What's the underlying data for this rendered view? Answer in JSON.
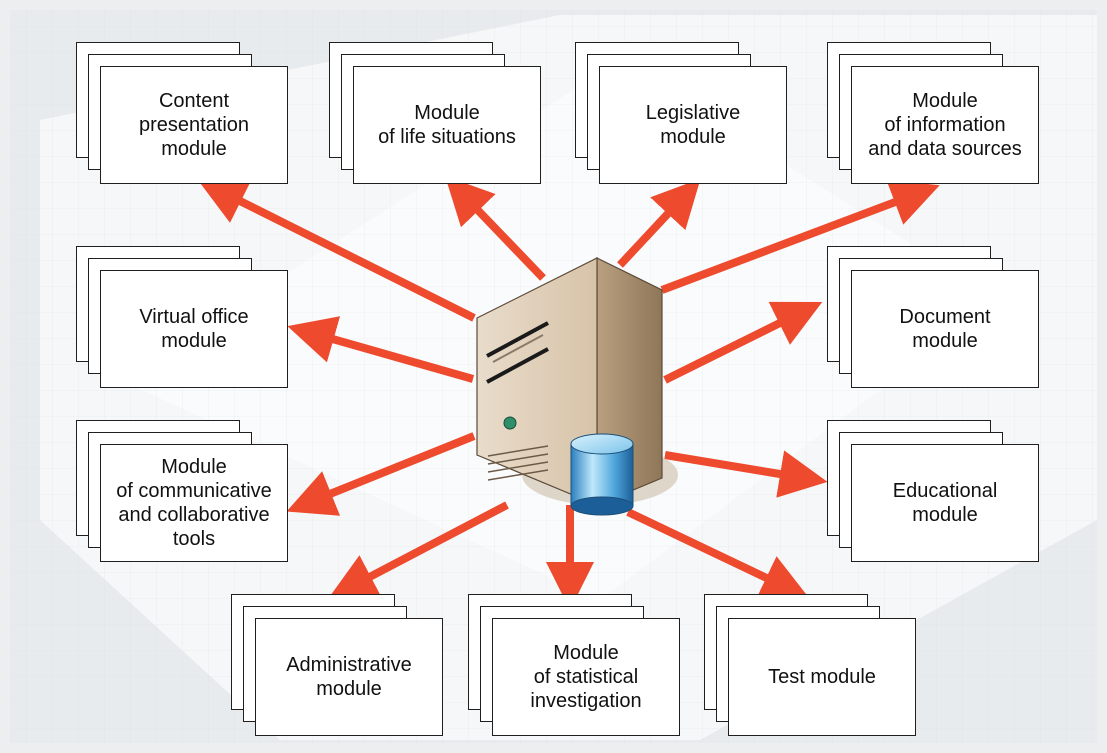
{
  "diagram": {
    "accent_arrow_color": "#ee4a2e",
    "hub": {
      "server_icon": "server-tower-icon",
      "database_icon": "database-cylinder-icon"
    },
    "modules": [
      {
        "id": "content-presentation",
        "label": "Content\npresentation\nmodule"
      },
      {
        "id": "life-situations",
        "label": "Module\nof life situations"
      },
      {
        "id": "legislative",
        "label": "Legislative\nmodule"
      },
      {
        "id": "information-data-sources",
        "label": "Module\nof information\nand data sources"
      },
      {
        "id": "virtual-office",
        "label": "Virtual office\nmodule"
      },
      {
        "id": "document",
        "label": "Document\nmodule"
      },
      {
        "id": "communicative-collaborative",
        "label": "Module\nof communicative\nand collaborative\ntools"
      },
      {
        "id": "educational",
        "label": "Educational\nmodule"
      },
      {
        "id": "administrative",
        "label": "Administrative\nmodule"
      },
      {
        "id": "statistical-investigation",
        "label": "Module\nof statistical\ninvestigation"
      },
      {
        "id": "test",
        "label": "Test module"
      }
    ]
  }
}
